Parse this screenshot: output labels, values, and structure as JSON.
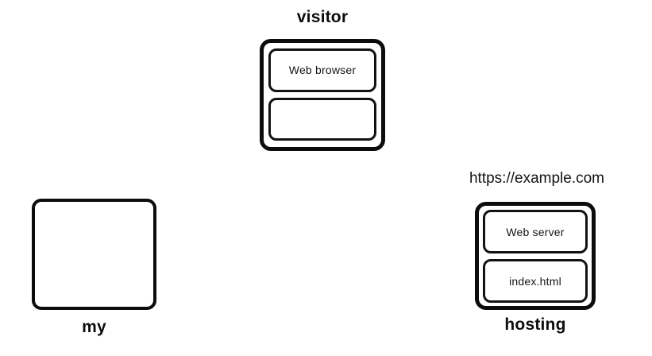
{
  "diagram": {
    "background_color": "#ffffff",
    "stroke_color": "#000000",
    "nodes": {
      "visitor": {
        "title": "visitor",
        "components": [
          {
            "label": "Web browser"
          },
          {
            "label": ""
          }
        ]
      },
      "my": {
        "title": "my"
      },
      "hosting": {
        "url": "https://example.com",
        "title": "hosting",
        "components": [
          {
            "label": "Web server"
          },
          {
            "label": "index.html"
          }
        ]
      }
    }
  }
}
